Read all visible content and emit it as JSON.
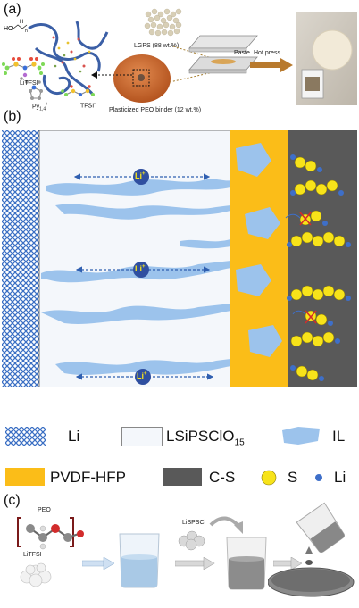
{
  "panel_a": {
    "label": "(a)",
    "lgps": "LGPS (88 wt.%)",
    "binder": "Plasticized PEO binder (12 wt.%)",
    "litfsi": "LiTFSI",
    "pyr": "Py",
    "pyr_sub": "1,4",
    "pyr_sup": "+",
    "tfsi": "TFSI",
    "tfsi_sup": "-",
    "paste": "Paste",
    "hot_press": "Hot press"
  },
  "panel_b": {
    "label": "(b)",
    "li_ion": "Li",
    "li_ion_sup": "+"
  },
  "legend": {
    "li": "Li",
    "lsipscio": "LSiPSClO",
    "lsipscio_sub": "15",
    "il": "IL",
    "pvdf": "PVDF-HFP",
    "cs": "C-S",
    "s": "S",
    "li2": "Li"
  },
  "panel_c": {
    "label": "(c)",
    "peo": "PEO",
    "litfsi": "LiTFSI",
    "lispscl": "LiSPSCl"
  },
  "colors": {
    "il_blue": "#9cc3ec",
    "pvdf_yellow": "#fbbd18",
    "cs_gray": "#595959",
    "li_mesh": "#3a6fc4",
    "sulfur": "#f7e31a",
    "li_dot": "#3e6fc9"
  }
}
